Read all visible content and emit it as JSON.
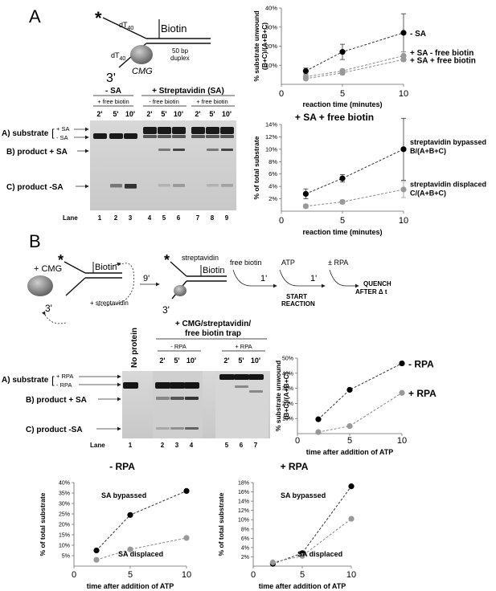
{
  "panelA": {
    "label": "A",
    "schematic": {
      "biotin": "Biotin",
      "dt40_top": "dT",
      "dt40_top_sub": "40",
      "dt40_bot": "dT",
      "dt40_bot_sub": "40",
      "duplex1": "50 bp",
      "duplex2": "duplex",
      "cmg": "CMG",
      "three_prime": "3'",
      "star": "*"
    },
    "gel": {
      "minus_sa": "- SA",
      "plus_sa": "+ Streptavidin  (SA)",
      "free_biotin_1": "+ free biotin",
      "free_biotin_2": "- free biotin",
      "free_biotin_3": "+ free biotin",
      "times": [
        "2'",
        "5'",
        "10'",
        "2'",
        "5'",
        "10'",
        "2'",
        "5'",
        "10'"
      ],
      "row_substrate": "A) substrate",
      "sub_plus_sa": "+ SA",
      "sub_minus_sa": "- SA",
      "row_product_sa": "B) product + SA",
      "row_product_minus": "C) product -SA",
      "lane_label": "Lane",
      "lanes": [
        "1",
        "2",
        "3",
        "4",
        "5",
        "6",
        "7",
        "8",
        "9"
      ]
    }
  },
  "panelB": {
    "label": "B",
    "schematic": {
      "plus_cmg": "+ CMG",
      "biotin1": "Biotin",
      "plus_streptavidin": "+ streptavidin",
      "three_prime1": "3'",
      "nine": "9'",
      "streptavidin": "streptavidin",
      "biotin2": "Biotin",
      "three_prime2": "3'",
      "free_biotin": "free biotin",
      "one1": "1'",
      "atp": "ATP",
      "start1": "START",
      "start2": "REACTION",
      "one2": "1'",
      "rpa": "± RPA",
      "quench1": "QUENCH",
      "quench2": "AFTER Δ t",
      "star1": "*",
      "star2": "*"
    },
    "gel": {
      "trap1": "+ CMG/streptavidin/",
      "trap2": "free biotin trap",
      "no_protein": "No protein",
      "minus_rpa": "- RPA",
      "plus_rpa": "+ RPA",
      "times": [
        "2'",
        "5'",
        "10'",
        "2'",
        "5'",
        "10'"
      ],
      "row_substrate": "A) substrate",
      "sub_plus_rpa": "+ RPA",
      "sub_minus_rpa": "- RPA",
      "row_product_sa": "B) product + SA",
      "row_product_minus": "C) product -SA",
      "lane_label": "Lane",
      "lanes": [
        "1",
        "2",
        "3",
        "4",
        "5",
        "6",
        "7"
      ]
    }
  },
  "chart_data": [
    {
      "id": "A1",
      "type": "scatter",
      "ylabel": "% substrate unwound\n(B+C)/(A+B+C)",
      "xlabel": "reaction time (minutes)",
      "xlim": [
        0,
        10
      ],
      "ylim": [
        0,
        40
      ],
      "xticks": [
        0,
        5,
        10
      ],
      "yticks": [
        "10%",
        "20%",
        "30%",
        "40%"
      ],
      "series": [
        {
          "name": "- SA",
          "color": "#000000",
          "x": [
            2,
            5,
            10
          ],
          "y": [
            7,
            17,
            27
          ],
          "err": [
            1.5,
            4,
            10
          ]
        },
        {
          "name": "+ SA - free biotin",
          "color": "#999999",
          "x": [
            2,
            5,
            10
          ],
          "y": [
            4,
            7,
            15
          ],
          "err": [
            1,
            1,
            2
          ]
        },
        {
          "name": "+ SA + free biotin",
          "color": "#999999",
          "x": [
            2,
            5,
            10
          ],
          "y": [
            3,
            6,
            13
          ],
          "err": [
            0.5,
            1,
            1
          ]
        }
      ]
    },
    {
      "id": "A2",
      "type": "scatter",
      "title": "+ SA + free biotin",
      "ylabel": "% of total substrate",
      "xlabel": "reaction time (minutes)",
      "xlim": [
        0,
        10
      ],
      "ylim": [
        0,
        14
      ],
      "xticks": [
        0,
        5,
        10
      ],
      "yticks": [
        "2%",
        "4%",
        "6%",
        "8%",
        "10%",
        "12%",
        "14%"
      ],
      "series": [
        {
          "name": "streptavidin bypassed\nB/(A+B+C)",
          "color": "#000000",
          "x": [
            2,
            5,
            10
          ],
          "y": [
            2.8,
            5.3,
            10
          ],
          "err": [
            0.8,
            0.6,
            5
          ]
        },
        {
          "name": "streptavidin displaced\nC/(A+B+C)",
          "color": "#999999",
          "x": [
            2,
            5,
            10
          ],
          "y": [
            0.8,
            1.5,
            3.5
          ],
          "err": [
            0.3,
            0.3,
            1.3
          ]
        }
      ]
    },
    {
      "id": "B1",
      "type": "scatter",
      "ylabel": "% substrate unwound\n(B+C)/(A+B+C)",
      "xlabel": "time after addition of ATP",
      "xlim": [
        0,
        10
      ],
      "ylim": [
        0,
        50
      ],
      "xticks": [
        0,
        5,
        10
      ],
      "yticks": [
        "10%",
        "20%",
        "30%",
        "40%",
        "50%"
      ],
      "series": [
        {
          "name": "- RPA",
          "color": "#000000",
          "x": [
            2,
            5,
            10
          ],
          "y": [
            9.5,
            29,
            46.5
          ]
        },
        {
          "name": "+ RPA",
          "color": "#999999",
          "x": [
            2,
            5,
            10
          ],
          "y": [
            1,
            5,
            27
          ]
        }
      ]
    },
    {
      "id": "B2",
      "type": "scatter",
      "title": "- RPA",
      "ylabel": "% of total substrate",
      "xlabel": "time after addition of ATP",
      "xlim": [
        0,
        10
      ],
      "ylim": [
        0,
        40
      ],
      "xticks": [
        0,
        5,
        10
      ],
      "yticks": [
        "5%",
        "10%",
        "15%",
        "20%",
        "25%",
        "30%",
        "35%",
        "40%"
      ],
      "series": [
        {
          "name": "SA bypassed",
          "color": "#000000",
          "x": [
            2,
            5,
            10
          ],
          "y": [
            7.5,
            24.5,
            36
          ]
        },
        {
          "name": "SA displaced",
          "color": "#999999",
          "x": [
            2,
            5,
            10
          ],
          "y": [
            3,
            8,
            13.5
          ]
        }
      ]
    },
    {
      "id": "B3",
      "type": "scatter",
      "title": "+ RPA",
      "ylabel": "% of total substrate",
      "xlabel": "time after addition of ATP",
      "xlim": [
        0,
        10
      ],
      "ylim": [
        0,
        18
      ],
      "xticks": [
        0,
        5,
        10
      ],
      "yticks": [
        "2%",
        "4%",
        "6%",
        "8%",
        "10%",
        "12%",
        "14%",
        "16%",
        "18%"
      ],
      "series": [
        {
          "name": "SA bypassed",
          "color": "#000000",
          "x": [
            2,
            5,
            10
          ],
          "y": [
            0.5,
            2.8,
            17.2
          ]
        },
        {
          "name": "SA displaced",
          "color": "#999999",
          "x": [
            2,
            5,
            10
          ],
          "y": [
            0.8,
            2.2,
            10.2
          ]
        }
      ]
    }
  ]
}
